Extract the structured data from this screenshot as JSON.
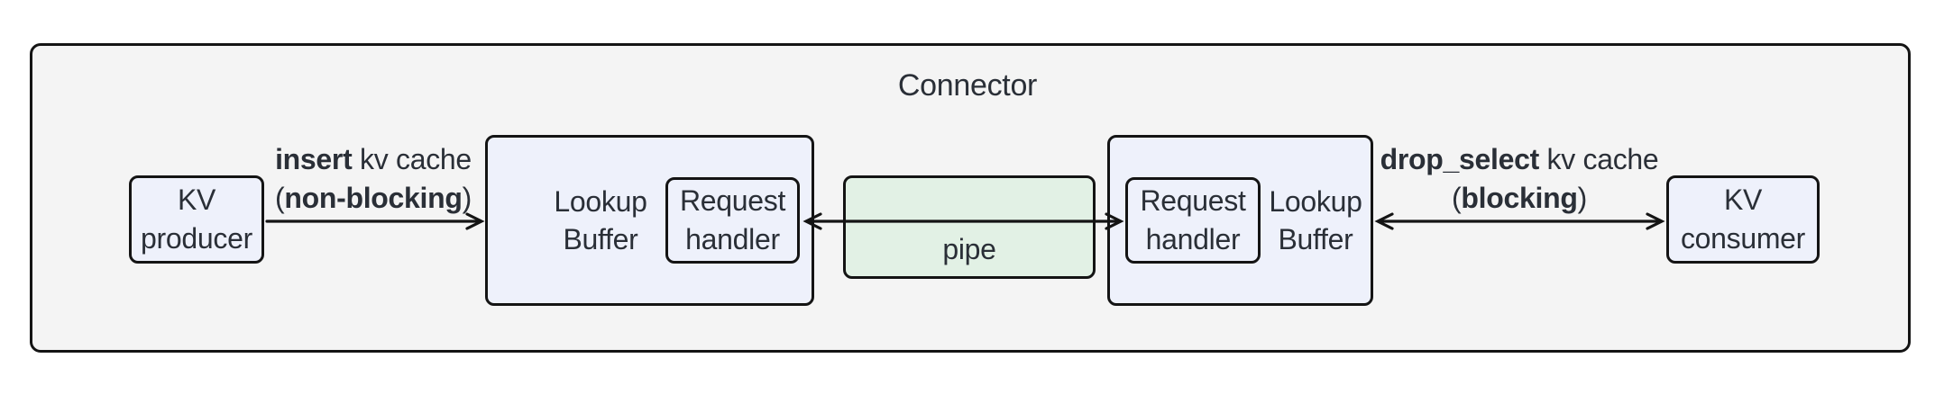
{
  "title": "Connector",
  "nodes": {
    "kv_producer": {
      "line1": "KV",
      "line2": "producer"
    },
    "lookup_buffer_left": {
      "line1": "Lookup",
      "line2": "Buffer"
    },
    "request_handler_left": {
      "line1": "Request",
      "line2": "handler"
    },
    "pipe": {
      "label": "pipe"
    },
    "request_handler_right": {
      "line1": "Request",
      "line2": "handler"
    },
    "lookup_buffer_right": {
      "line1": "Lookup",
      "line2": "Buffer"
    },
    "kv_consumer": {
      "line1": "KV",
      "line2": "consumer"
    }
  },
  "edges": {
    "insert": {
      "verb": "insert",
      "rest": " kv cache",
      "open": "(",
      "mode": "non-blocking",
      "close": ")"
    },
    "drop_select": {
      "verb": "drop_select",
      "rest": " kv cache",
      "open": "(",
      "mode": "blocking",
      "close": ")"
    }
  },
  "colors": {
    "background": "#ffffff",
    "container_fill": "#f4f4f4",
    "node_fill": "#eef1fb",
    "pipe_fill": "#e2f1e5",
    "border": "#141414",
    "text": "#2a2f37"
  }
}
